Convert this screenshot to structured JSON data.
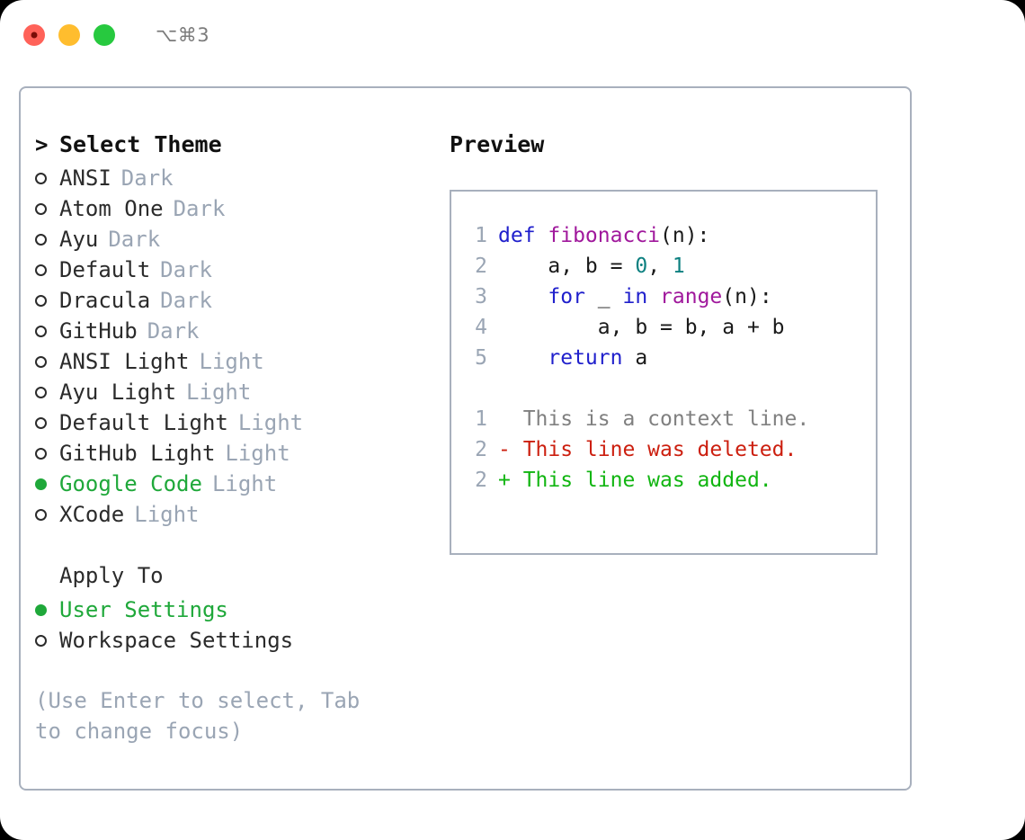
{
  "titlebar": {
    "traffic_lights": [
      "close-red",
      "minimize-yellow",
      "maximize-green"
    ],
    "shortcut": "⌥⌘3"
  },
  "left_panel": {
    "header": {
      "marker": ">",
      "label": "Select Theme"
    },
    "themes": [
      {
        "marker": "o",
        "selected": false,
        "name": "ANSI",
        "variant": "Dark"
      },
      {
        "marker": "o",
        "selected": false,
        "name": "Atom One",
        "variant": "Dark"
      },
      {
        "marker": "o",
        "selected": false,
        "name": "Ayu",
        "variant": "Dark"
      },
      {
        "marker": "o",
        "selected": false,
        "name": "Default",
        "variant": "Dark"
      },
      {
        "marker": "o",
        "selected": false,
        "name": "Dracula",
        "variant": "Dark"
      },
      {
        "marker": "o",
        "selected": false,
        "name": "GitHub",
        "variant": "Dark"
      },
      {
        "marker": "o",
        "selected": false,
        "name": "ANSI Light",
        "variant": "Light"
      },
      {
        "marker": "o",
        "selected": false,
        "name": "Ayu Light",
        "variant": "Light"
      },
      {
        "marker": "o",
        "selected": false,
        "name": "Default Light",
        "variant": "Light"
      },
      {
        "marker": "o",
        "selected": false,
        "name": "GitHub Light",
        "variant": "Light"
      },
      {
        "marker": "●",
        "selected": true,
        "name": "Google Code",
        "variant": "Light"
      },
      {
        "marker": "o",
        "selected": false,
        "name": "XCode",
        "variant": "Light"
      }
    ],
    "apply_to": {
      "title": "Apply To",
      "options": [
        {
          "selected": true,
          "label": "User Settings"
        },
        {
          "selected": false,
          "label": "Workspace Settings"
        }
      ]
    },
    "hint": "(Use Enter to select, Tab to change focus)"
  },
  "right_panel": {
    "title": "Preview",
    "code_lines": [
      {
        "no": "1",
        "tokens": [
          {
            "t": "def ",
            "c": "kw"
          },
          {
            "t": "fibonacci",
            "c": "fn"
          },
          {
            "t": "(n):",
            "c": "pl"
          }
        ]
      },
      {
        "no": "2",
        "tokens": [
          {
            "t": "    a, b = ",
            "c": "pl"
          },
          {
            "t": "0",
            "c": "num"
          },
          {
            "t": ", ",
            "c": "pl"
          },
          {
            "t": "1",
            "c": "num"
          }
        ]
      },
      {
        "no": "3",
        "tokens": [
          {
            "t": "    ",
            "c": "pl"
          },
          {
            "t": "for",
            "c": "kw"
          },
          {
            "t": " _ ",
            "c": "pl"
          },
          {
            "t": "in",
            "c": "kw"
          },
          {
            "t": " ",
            "c": "pl"
          },
          {
            "t": "range",
            "c": "fn"
          },
          {
            "t": "(n):",
            "c": "pl"
          }
        ]
      },
      {
        "no": "4",
        "tokens": [
          {
            "t": "        a, b = b, a + b",
            "c": "pl"
          }
        ]
      },
      {
        "no": "5",
        "tokens": [
          {
            "t": "    ",
            "c": "pl"
          },
          {
            "t": "return",
            "c": "kw"
          },
          {
            "t": " a",
            "c": "pl"
          }
        ]
      }
    ],
    "diff_lines": [
      {
        "no": "1",
        "kind": "context",
        "text": "  This is a context line."
      },
      {
        "no": "2",
        "kind": "deleted",
        "text": "- This line was deleted."
      },
      {
        "no": "2",
        "kind": "added",
        "text": "+ This line was added."
      }
    ]
  },
  "colors": {
    "accent_green": "#1fa83a",
    "muted": "#9aa5b4",
    "border": "#a8b0bd",
    "keyword": "#2020cc",
    "function": "#a0189c",
    "number": "#0d8080",
    "diff_deleted": "#cc1f0f",
    "diff_added": "#11b511",
    "diff_context": "#808080"
  }
}
